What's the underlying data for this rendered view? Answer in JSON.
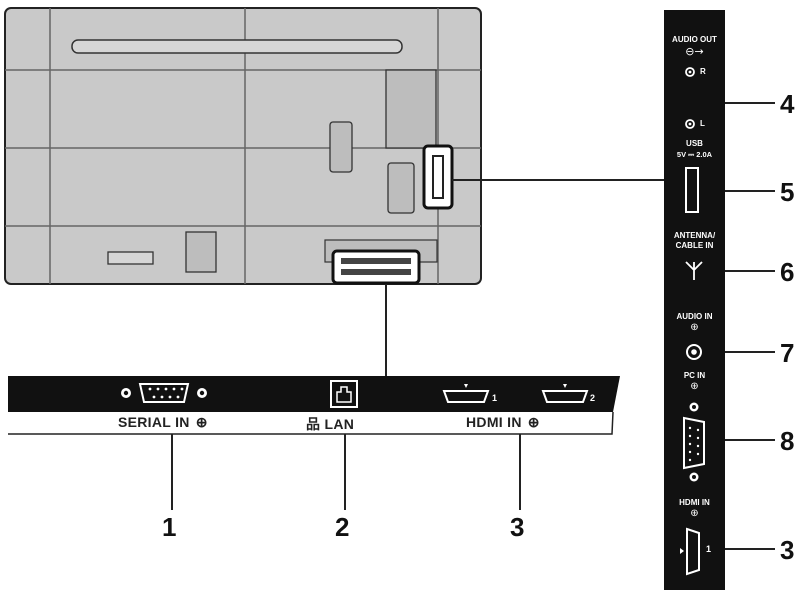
{
  "bottom_panel": {
    "serial_label": "SERIAL IN",
    "lan_label": "LAN",
    "hdmi_label": "HDMI IN",
    "hdmi_port_1": "1",
    "hdmi_port_2": "2"
  },
  "side_panel": {
    "audio_out_label": "AUDIO OUT",
    "audio_r": "R",
    "audio_l": "L",
    "usb_label": "USB",
    "usb_power": "5V ⎓ 2.0A",
    "antenna_label_1": "ANTENNA/",
    "antenna_label_2": "CABLE IN",
    "audio_in_label": "AUDIO IN",
    "pc_in_label": "PC IN",
    "hdmi_in_label": "HDMI IN",
    "hdmi_port": "1"
  },
  "callouts": {
    "n1": "1",
    "n2": "2",
    "n3_bottom": "3",
    "n4": "4",
    "n5": "5",
    "n6": "6",
    "n7": "7",
    "n8": "8",
    "n3_side": "3"
  },
  "colors": {
    "panel_black": "#111111",
    "tv_back": "#c8c8c8",
    "line": "#222222"
  }
}
